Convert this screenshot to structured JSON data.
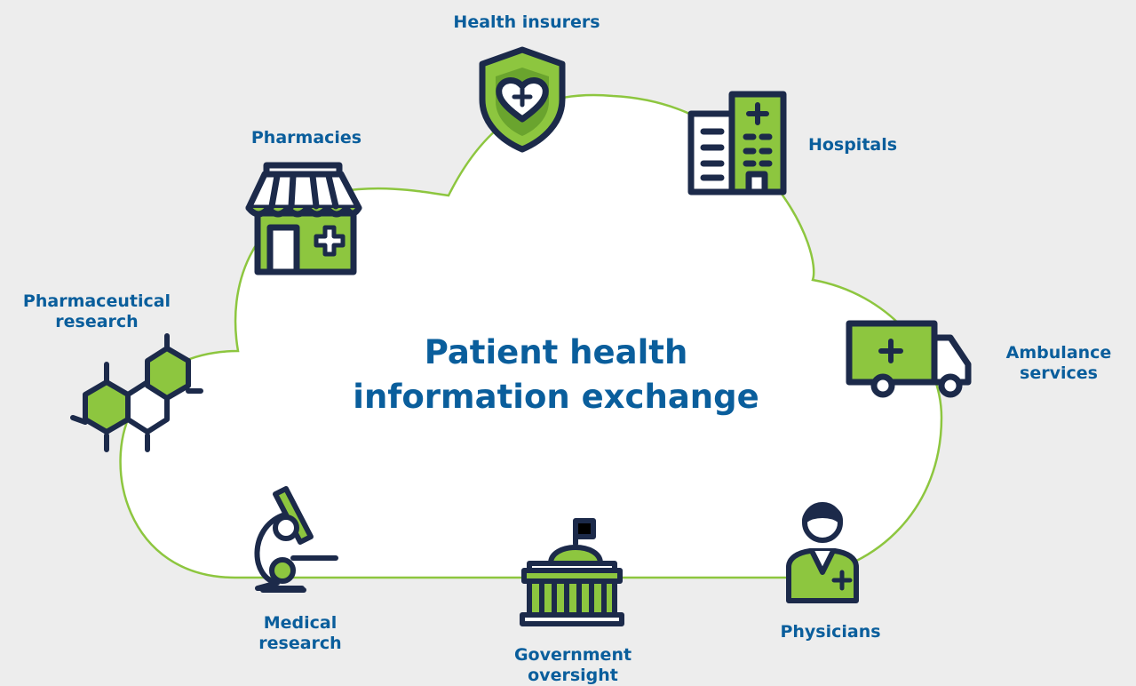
{
  "title": {
    "line1": "Patient health",
    "line2": "information exchange"
  },
  "nodes": {
    "health_insurers": {
      "line1": "Health insurers",
      "icon": "shield-heart-icon"
    },
    "hospitals": {
      "line1": "Hospitals",
      "icon": "hospital-building-icon"
    },
    "pharmacies": {
      "line1": "Pharmacies",
      "icon": "pharmacy-store-icon"
    },
    "pharmaceutical_research": {
      "line1": "Pharmaceutical",
      "line2": "research",
      "icon": "molecule-icon"
    },
    "ambulance_services": {
      "line1": "Ambulance",
      "line2": "services",
      "icon": "ambulance-icon"
    },
    "medical_research": {
      "line1": "Medical",
      "line2": "research",
      "icon": "microscope-icon"
    },
    "government_oversight": {
      "line1": "Government",
      "line2": "oversight",
      "icon": "capitol-building-icon"
    },
    "physicians": {
      "line1": "Physicians",
      "icon": "doctor-icon"
    }
  },
  "colors": {
    "background": "#ededed",
    "cloud_fill": "#ffffff",
    "cloud_stroke": "#8dc63f",
    "icon_green": "#8dc63f",
    "icon_dark_green": "#6aa42e",
    "icon_outline": "#1c2a4a",
    "text_blue": "#0a5e9c"
  }
}
